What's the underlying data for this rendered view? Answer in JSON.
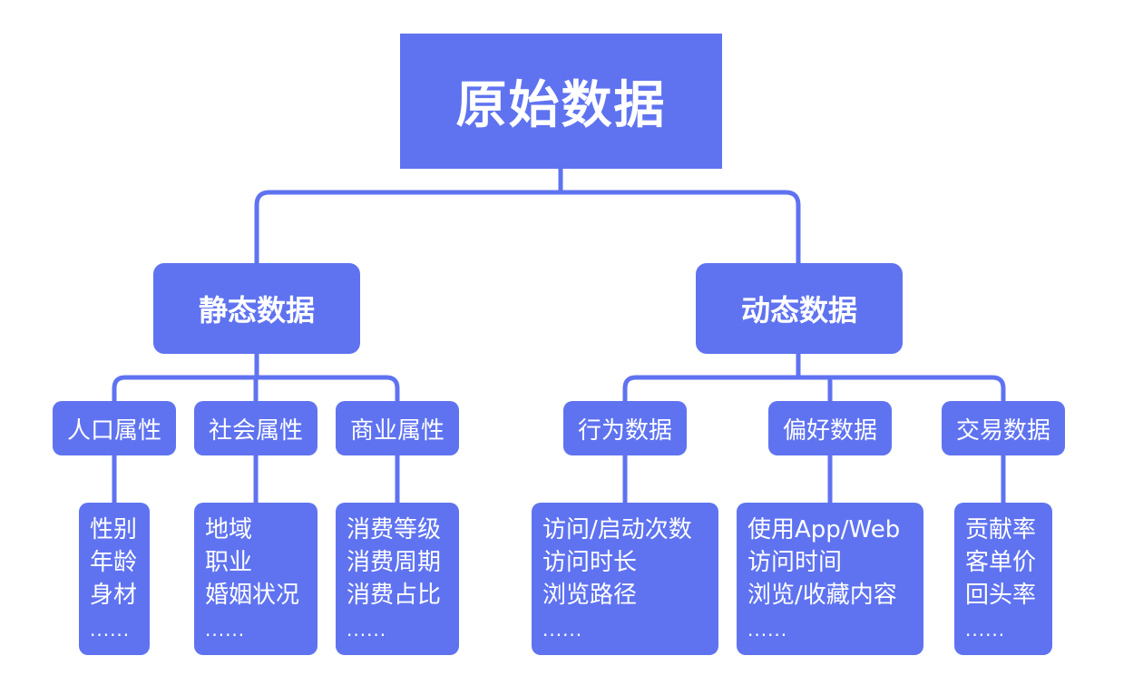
{
  "root": {
    "label": "原始数据"
  },
  "colors": {
    "node_fill": "#5f73f0",
    "connector": "#5f73f0",
    "text": "#ffffff",
    "background": "#ffffff"
  },
  "branches": [
    {
      "label": "静态数据",
      "children": [
        {
          "label": "人口属性",
          "items": [
            "性别",
            "年龄",
            "身材",
            "......"
          ]
        },
        {
          "label": "社会属性",
          "items": [
            "地域",
            "职业",
            "婚姻状况",
            "......"
          ]
        },
        {
          "label": "商业属性",
          "items": [
            "消费等级",
            "消费周期",
            "消费占比",
            "......"
          ]
        }
      ]
    },
    {
      "label": "动态数据",
      "children": [
        {
          "label": "行为数据",
          "items": [
            "访问/启动次数",
            "访问时长",
            "浏览路径",
            "......"
          ]
        },
        {
          "label": "偏好数据",
          "items": [
            "使用App/Web",
            "访问时间",
            "浏览/收藏内容",
            "......"
          ]
        },
        {
          "label": "交易数据",
          "items": [
            "贡献率",
            "客单价",
            "回头率",
            "......"
          ]
        }
      ]
    }
  ]
}
